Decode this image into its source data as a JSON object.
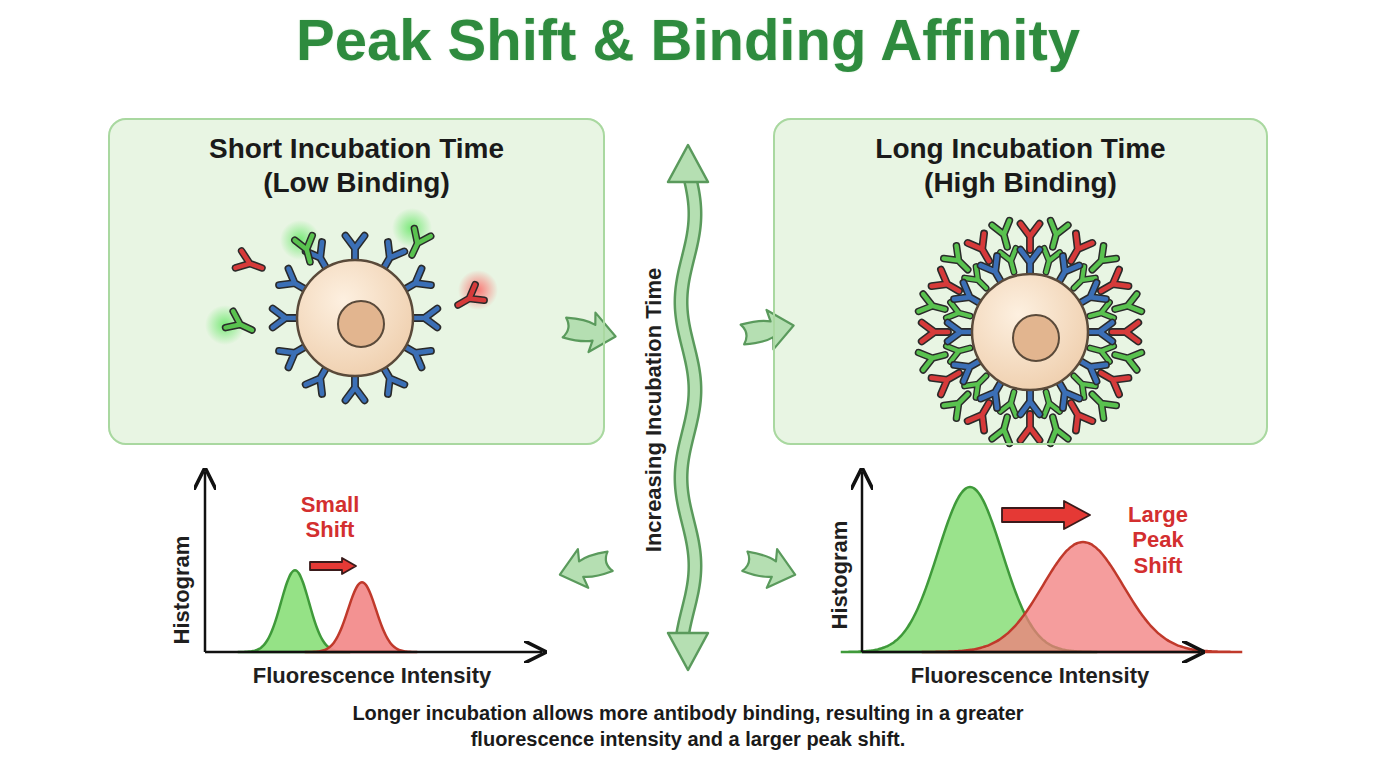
{
  "diagram": {
    "title": "Peak Shift & Binding Affinity",
    "caption": "Longer incubation allows more antibody binding, resulting in a greater fluorescence intensity and a larger peak shift.",
    "nodes": [
      {
        "text": [
          "Short Incubation Time (Low Binding)"
        ]
      },
      {
        "text": [
          "Long Incubation Time (High Binding)"
        ]
      }
    ],
    "labels": [
      "Increasing Incubation Time",
      "Small Shift",
      "Histogram",
      "Fluorescence Intensity",
      "Histogram",
      "Fluorescence Intensity",
      "Large Peak Shift"
    ]
  }
}
